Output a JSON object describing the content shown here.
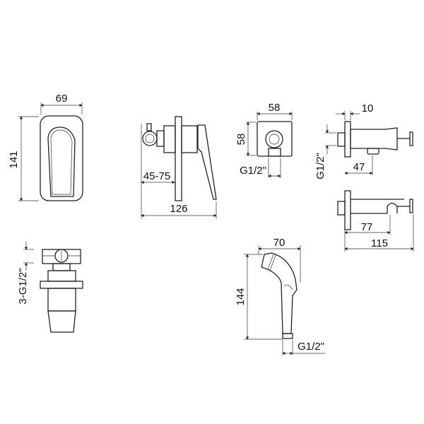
{
  "drawing": {
    "faceplate_front": {
      "width": "69",
      "height": "141"
    },
    "side_view": {
      "depth_range": "45-75",
      "total_depth": "126"
    },
    "wall_outlet_front": {
      "width": "58",
      "height": "58",
      "thread": "G1/2\""
    },
    "wall_outlet_side": {
      "flange": "10",
      "thread": "G1/2\"",
      "outlet_offset": "47"
    },
    "holder_side": {
      "hook_offset": "77",
      "total_length": "115"
    },
    "valve_body": {
      "connections": "3-G1/2\""
    },
    "hand_shower": {
      "width": "70",
      "height": "144",
      "thread": "G1/2\""
    }
  }
}
